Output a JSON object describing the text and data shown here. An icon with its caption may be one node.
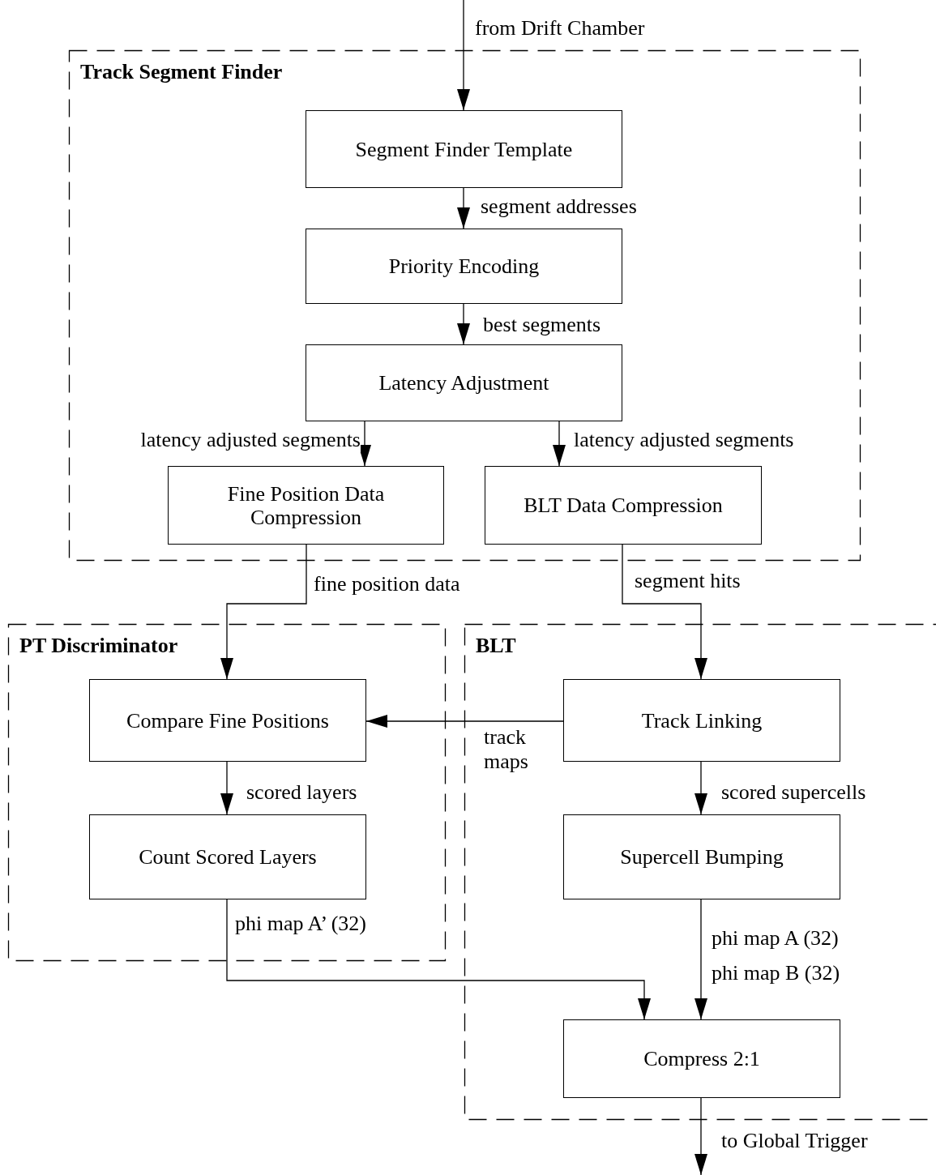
{
  "diagram": {
    "nodes": [
      {
        "text": [
          "Track Segment Finder"
        ]
      },
      {
        "text": [
          "Segment Finder Template"
        ],
        "in": 0
      },
      {
        "text": [
          "Priority Encoding"
        ],
        "in": 0
      },
      {
        "text": [
          "Latency Adjustment"
        ],
        "in": 0
      },
      {
        "text": [
          "Fine Position Data Compression"
        ],
        "in": 0
      },
      {
        "text": [
          "BLT Data Compression"
        ],
        "in": 0
      },
      {
        "text": [
          "PT Discriminator"
        ]
      },
      {
        "text": [
          "Compare Fine Positions"
        ],
        "in": 6
      },
      {
        "text": [
          "Count Scored Layers"
        ],
        "in": 6
      },
      {
        "text": [
          "BLT"
        ]
      },
      {
        "text": [
          "Track Linking"
        ],
        "in": 9
      },
      {
        "text": [
          "Supercell Bumping"
        ],
        "in": 9
      },
      {
        "text": [
          "Compress 2:1"
        ],
        "in": 9
      }
    ],
    "edges": [
      {
        "from": null,
        "to": 1,
        "arrow": "to",
        "label": "from Drift Chamber"
      },
      {
        "from": 1,
        "to": 2,
        "arrow": "to",
        "label": "segment addresses"
      },
      {
        "from": 2,
        "to": 3,
        "arrow": "to",
        "label": "best segments"
      },
      {
        "from": 3,
        "to": 4,
        "arrow": "to",
        "label": "latency adjusted segments"
      },
      {
        "from": 3,
        "to": 5,
        "arrow": "to",
        "label": "latency adjusted segments"
      },
      {
        "from": 4,
        "to": 7,
        "arrow": "to",
        "label": "fine position data"
      },
      {
        "from": 5,
        "to": 10,
        "arrow": "to",
        "label": "segment hits"
      },
      {
        "from": 10,
        "to": 7,
        "arrow": "to",
        "label": "track maps"
      },
      {
        "from": 7,
        "to": 8,
        "arrow": "to",
        "label": "scored layers"
      },
      {
        "from": 10,
        "to": 11,
        "arrow": "to",
        "label": "scored supercells"
      },
      {
        "from": 8,
        "to": 12,
        "arrow": "to",
        "label": "phi map A’ (32)"
      },
      {
        "from": 11,
        "to": 12,
        "arrow": "to",
        "label": "phi map A (32) phi map B (32)"
      },
      {
        "from": 12,
        "to": null,
        "arrow": "to",
        "label": "to Global Trigger"
      }
    ]
  }
}
